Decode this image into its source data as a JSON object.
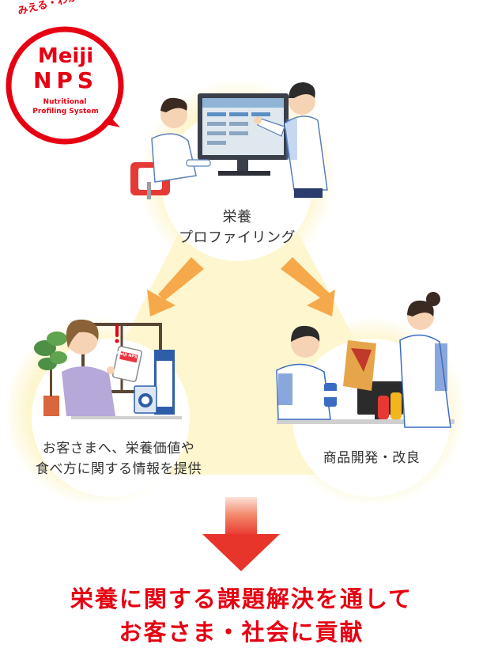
{
  "logo": {
    "tagline": "みえる・わかる 栄養価値",
    "brand": "Meiji",
    "mark": "NPS",
    "subtitle_line1": "Nutritional",
    "subtitle_line2": "Profiling System"
  },
  "nodes": {
    "top_line1": "栄養",
    "top_line2": "プロファイリング",
    "left_line1": "お客さまへ、栄養価値や",
    "left_line2": "食べ方に関する情報を提供",
    "right_line1": "商品開発・改良"
  },
  "result": {
    "line1": "栄養に関する課題解決を通して",
    "line2": "お客さま・社会に貢献"
  },
  "colors": {
    "brand_red": "#e60012",
    "triangle_fill": "#fdf6cf",
    "arrow_orange": "#f6a94a",
    "arrow_red": "#e8352b"
  },
  "illustration_mini_logo": "Meiji NPS"
}
